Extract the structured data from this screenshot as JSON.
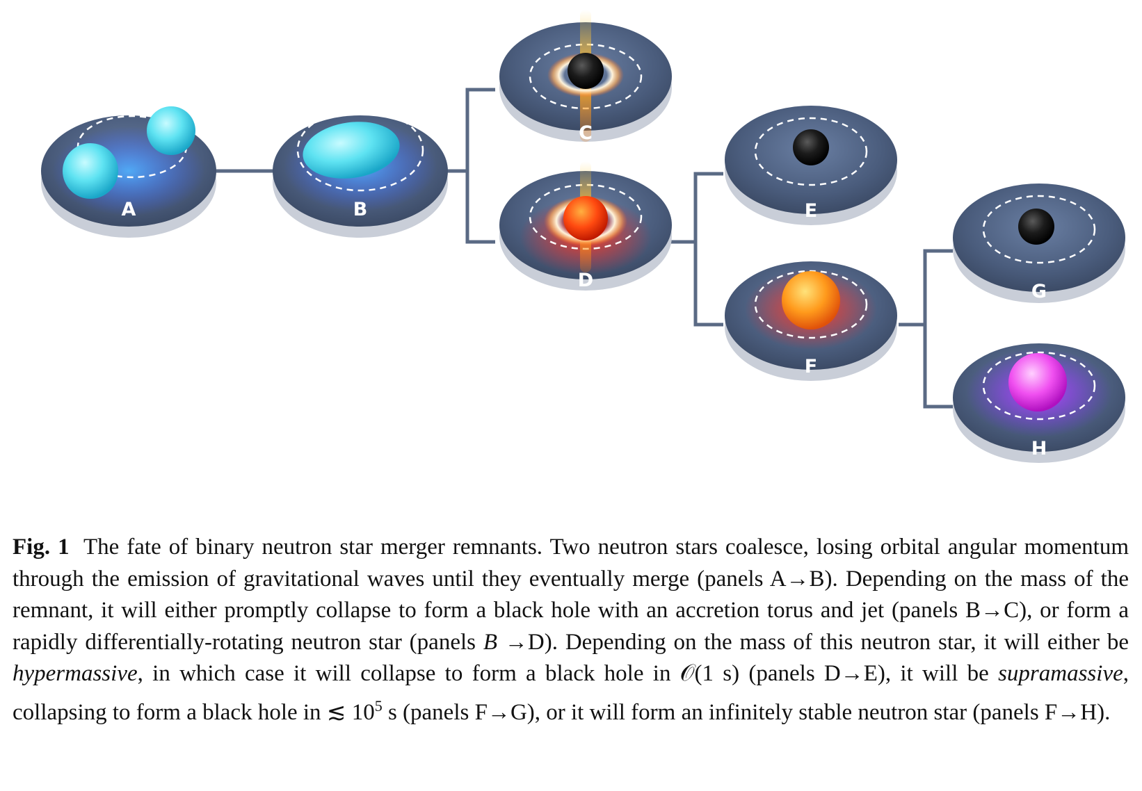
{
  "figure": {
    "panels": [
      {
        "id": "A",
        "label": "A",
        "content": "two neutron stars"
      },
      {
        "id": "B",
        "label": "B",
        "content": "merging neutron stars"
      },
      {
        "id": "C",
        "label": "C",
        "content": "black hole with accretion torus and jet"
      },
      {
        "id": "D",
        "label": "D",
        "content": "differentially-rotating neutron star with jet"
      },
      {
        "id": "E",
        "label": "E",
        "content": "black hole"
      },
      {
        "id": "F",
        "label": "F",
        "content": "hot neutron star"
      },
      {
        "id": "G",
        "label": "G",
        "content": "black hole"
      },
      {
        "id": "H",
        "label": "H",
        "content": "stable neutron star"
      }
    ],
    "colors": {
      "disk": "#4a5e7e",
      "disk_edge": "#c9ced8",
      "connector": "#5a6a84",
      "neutron_star": "#5fe8f5",
      "hot_star": "#ff8a1e",
      "stable_star": "#ee44ee",
      "black_hole": "#111111"
    }
  },
  "caption": {
    "label": "Fig. 1",
    "seg1": "The fate of binary neutron star merger remnants. Two neutron stars coalesce, losing orbital angular momentum through the emission of gravitational waves until they eventually merge (panels A→B). Depending on the mass of the remnant, it will either promptly collapse to form a black hole with an accretion torus and jet (panels B→C), or form a rapidly differentially-rotating neutron star (panels ",
    "seg_italic_B": "B",
    "seg2": " →D). Depending on the mass of this neutron star, it will either be ",
    "seg_hyper": "hypermassive",
    "seg3": ", in which case it will collapse to form a black hole in 𝒪(1 s) (panels D→E), it will be ",
    "seg_supra": "supramassive",
    "seg4": ", collapsing to form a black hole in ≲ 10",
    "seg_sup": "5",
    "seg5": " s (panels F→G), or it will form an infinitely stable neutron star (panels F→H)."
  }
}
